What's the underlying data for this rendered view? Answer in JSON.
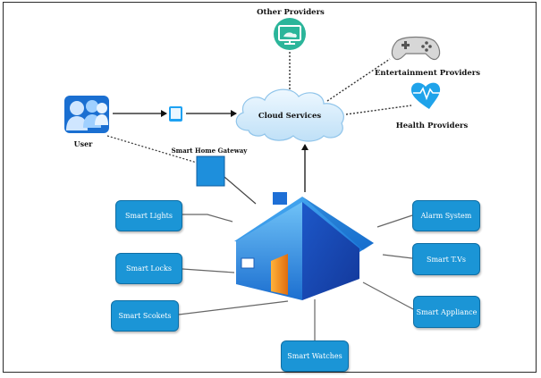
{
  "labels": {
    "other_providers": "Other Providers",
    "entertainment_providers": "Entertainment Providers",
    "health_providers": "Health Providers",
    "cloud_services": "Cloud Services",
    "user": "User",
    "gateway": "Smart Home Gateway"
  },
  "devices": {
    "smart_lights": "Smart Lights",
    "smart_locks": "Smart Locks",
    "smart_sockets": "Smart Scokets",
    "smart_watches": "Smart Watches",
    "alarm_system": "Alarm System",
    "smart_tvs": "Smart T.Vs",
    "smart_appliance": "Smart Appliance"
  },
  "icons": {
    "monitor": "monitor-icon",
    "gamepad": "gamepad-icon",
    "heart": "heart-pulse-icon",
    "users": "users-icon",
    "tablet": "tablet-icon",
    "gateway": "gateway-device-icon",
    "house": "house-icon",
    "cloud": "cloud-icon"
  },
  "colors": {
    "device_box": "#1b95d6",
    "teal": "#2bb59a",
    "cloud": "#d6ecfa",
    "house_blue": "#1f7fe0",
    "door": "#f28b1c"
  }
}
